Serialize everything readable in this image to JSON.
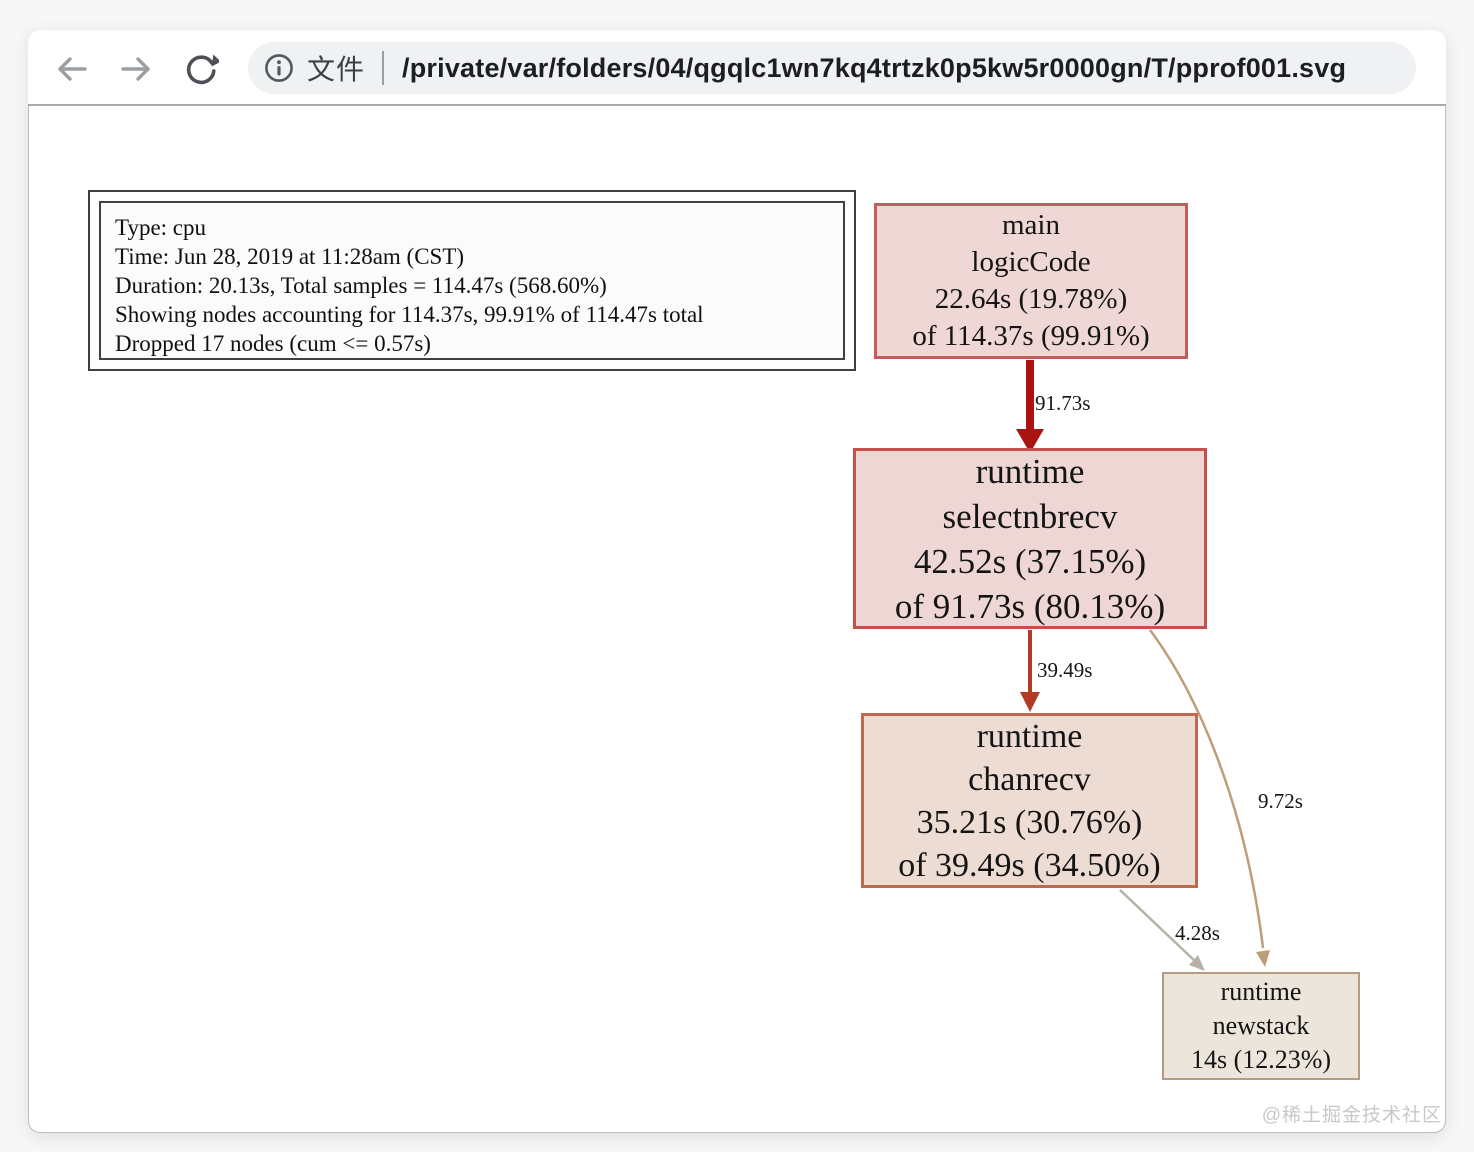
{
  "browser": {
    "toolbar": {
      "back_icon": "left-arrow",
      "forward_icon": "right-arrow",
      "reload_icon": "circular-arrow"
    },
    "address_bar": {
      "info_icon": "circled-i",
      "site_label": "文件",
      "url": "/private/var/folders/04/qgqlc1wn7kq4trtzk0p5kw5r0000gn/T/pprof001.svg"
    }
  },
  "legend": {
    "lines": [
      "Type: cpu",
      "Time: Jun 28, 2019 at 11:28am (CST)",
      "Duration: 20.13s, Total samples = 114.47s (568.60%)",
      "Showing nodes accounting for 114.37s, 99.91% of 114.47s total",
      "Dropped 17 nodes (cum <= 0.57s)"
    ]
  },
  "graph": {
    "nodes": [
      {
        "id": "main-logicCode",
        "lines": [
          "main",
          "logicCode",
          "22.64s (19.78%)",
          "of 114.37s (99.91%)"
        ],
        "fill": "#eed7d5",
        "border": "#c55c5c"
      },
      {
        "id": "runtime-selectnbrecv",
        "lines": [
          "runtime",
          "selectnbrecv",
          "42.52s (37.15%)",
          "of 91.73s (80.13%)"
        ],
        "fill": "#eed6d4",
        "border": "#c4514b"
      },
      {
        "id": "runtime-chanrecv",
        "lines": [
          "runtime",
          "chanrecv",
          "35.21s (30.76%)",
          "of 39.49s (34.50%)"
        ],
        "fill": "#eddcd4",
        "border": "#bf6a4d"
      },
      {
        "id": "runtime-newstack",
        "lines": [
          "runtime",
          "newstack",
          "14s (12.23%)"
        ],
        "fill": "#ece5dc",
        "border": "#b49c82"
      }
    ],
    "edges": [
      {
        "from": "main-logicCode",
        "to": "runtime-selectnbrecv",
        "label": "91.73s",
        "color": "#aa1410"
      },
      {
        "from": "runtime-selectnbrecv",
        "to": "runtime-chanrecv",
        "label": "39.49s",
        "color": "#b23b27"
      },
      {
        "from": "runtime-chanrecv",
        "to": "runtime-newstack",
        "label": "4.28s",
        "color": "#b5b1a6"
      },
      {
        "from": "runtime-selectnbrecv",
        "to": "runtime-newstack",
        "label": "9.72s",
        "color": "#bd9e78"
      }
    ]
  },
  "watermark": "@稀土掘金技术社区"
}
